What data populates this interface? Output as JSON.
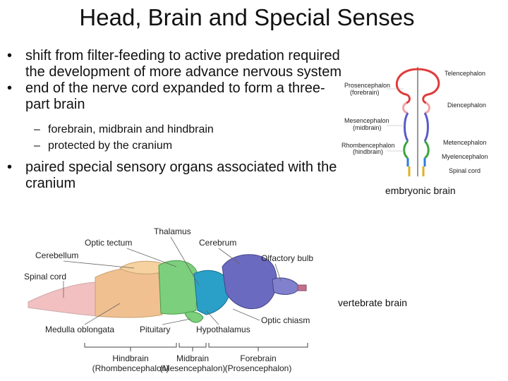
{
  "slide": {
    "title": "Head, Brain and Special Senses",
    "bullets": [
      "shift from filter-feeding to active predation required the development of more advance nervous system",
      "end of the nerve cord expanded to form a three-part brain",
      "paired special sensory organs associated with the cranium"
    ],
    "sub_bullets": [
      "forebrain, midbrain and hindbrain",
      "protected by the cranium"
    ]
  },
  "embryonic_figure": {
    "caption": "embryonic brain",
    "labels": {
      "prosencephalon": "Prosencephalon",
      "forebrain": "(forebrain)",
      "mesencephalon": "Mesencephalon",
      "midbrain": "(midbrain)",
      "rhombencephalon": "Rhombencephalon",
      "hindbrain": "(hindbrain)",
      "telencephalon": "Telencephalon",
      "diencephalon": "Diencephalon",
      "metencephalon": "Metencephalon",
      "myelencephalon": "Myelencephalon",
      "spinal_cord": "Spinal cord"
    },
    "colors": {
      "forebrain": "#e03b3b",
      "diencephalon": "#f3a5a5",
      "midbrain": "#5a5ac8",
      "hindbrain": "#3aa63a",
      "myelencephalon": "#2a7de0",
      "spinal_cord": "#e0b020"
    }
  },
  "vertebrate_figure": {
    "caption": "vertebrate brain",
    "labels": {
      "thalamus": "Thalamus",
      "optic_tectum": "Optic tectum",
      "cerebrum": "Cerebrum",
      "cerebellum": "Cerebellum",
      "olfactory_bulb": "Olfactory bulb",
      "spinal_cord": "Spinal cord",
      "medulla_oblongata": "Medulla oblongata",
      "pituitary": "Pituitary",
      "hypothalamus": "Hypothalamus",
      "optic_chiasm": "Optic chiasm",
      "hindbrain": "Hindbrain",
      "rhombencephalon": "(Rhombencephalon)",
      "midbrain": "Midbrain",
      "mesencephalon": "(Mesencephalon)",
      "forebrain": "Forebrain",
      "prosencephalon": "(Prosencephalon)"
    },
    "colors": {
      "spinal_cord": "#f2c0c0",
      "hindbrain": "#f0c090",
      "midbrain": "#7ccf7c",
      "diencephalon": "#2aa0c8",
      "forebrain": "#6a6ac0"
    }
  }
}
